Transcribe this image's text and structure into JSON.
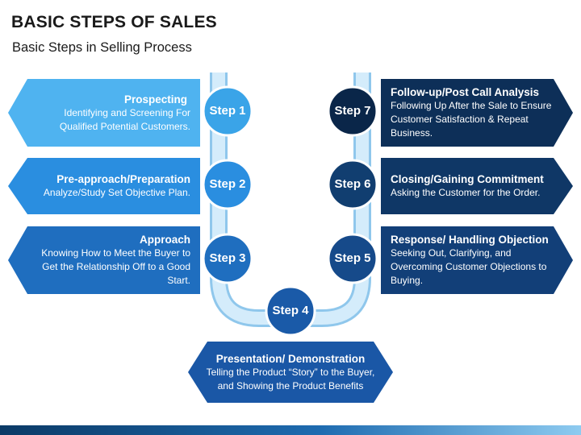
{
  "title": "BASIC STEPS OF SALES",
  "subtitle": "Basic Steps in Selling Process",
  "steps": [
    {
      "label": "Step 1",
      "title": "Prospecting",
      "desc": "Identifying and Screening For Qualified Potential Customers.",
      "color": "#4fb3f0",
      "circle": "#3aa4e8"
    },
    {
      "label": "Step 2",
      "title": "Pre-approach/Preparation",
      "desc": "Analyze/Study Set Objective Plan.",
      "color": "#2a8ee0",
      "circle": "#2a8ee0"
    },
    {
      "label": "Step 3",
      "title": "Approach",
      "desc": "Knowing How to Meet the Buyer to Get the Relationship Off to a Good Start.",
      "color": "#1f6ebf",
      "circle": "#1f6ebf"
    },
    {
      "label": "Step 4",
      "title": "Presentation/ Demonstration",
      "desc": "Telling the Product “Story” to the Buyer, and Showing the Product Benefits",
      "color": "#1a57a6",
      "circle": "#1a5aa8"
    },
    {
      "label": "Step 5",
      "title": "Response/ Handling Objection",
      "desc": "Seeking Out, Clarifying, and Overcoming Customer Objections to Buying.",
      "color": "#123f78",
      "circle": "#164a8a"
    },
    {
      "label": "Step 6",
      "title": "Closing/Gaining Commitment",
      "desc": "Asking the Customer for the Order.",
      "color": "#0f3766",
      "circle": "#113e70"
    },
    {
      "label": "Step 7",
      "title": "Follow-up/Post Call Analysis",
      "desc": "Following Up After the Sale to Ensure Customer Satisfaction & Repeat Business.",
      "color": "#0d2f58",
      "circle": "#0a2649"
    }
  ],
  "colors": {
    "tube_fill": "#d4ecfb",
    "tube_stroke": "#8fc7ec",
    "circle_ring": "#ffffff"
  }
}
